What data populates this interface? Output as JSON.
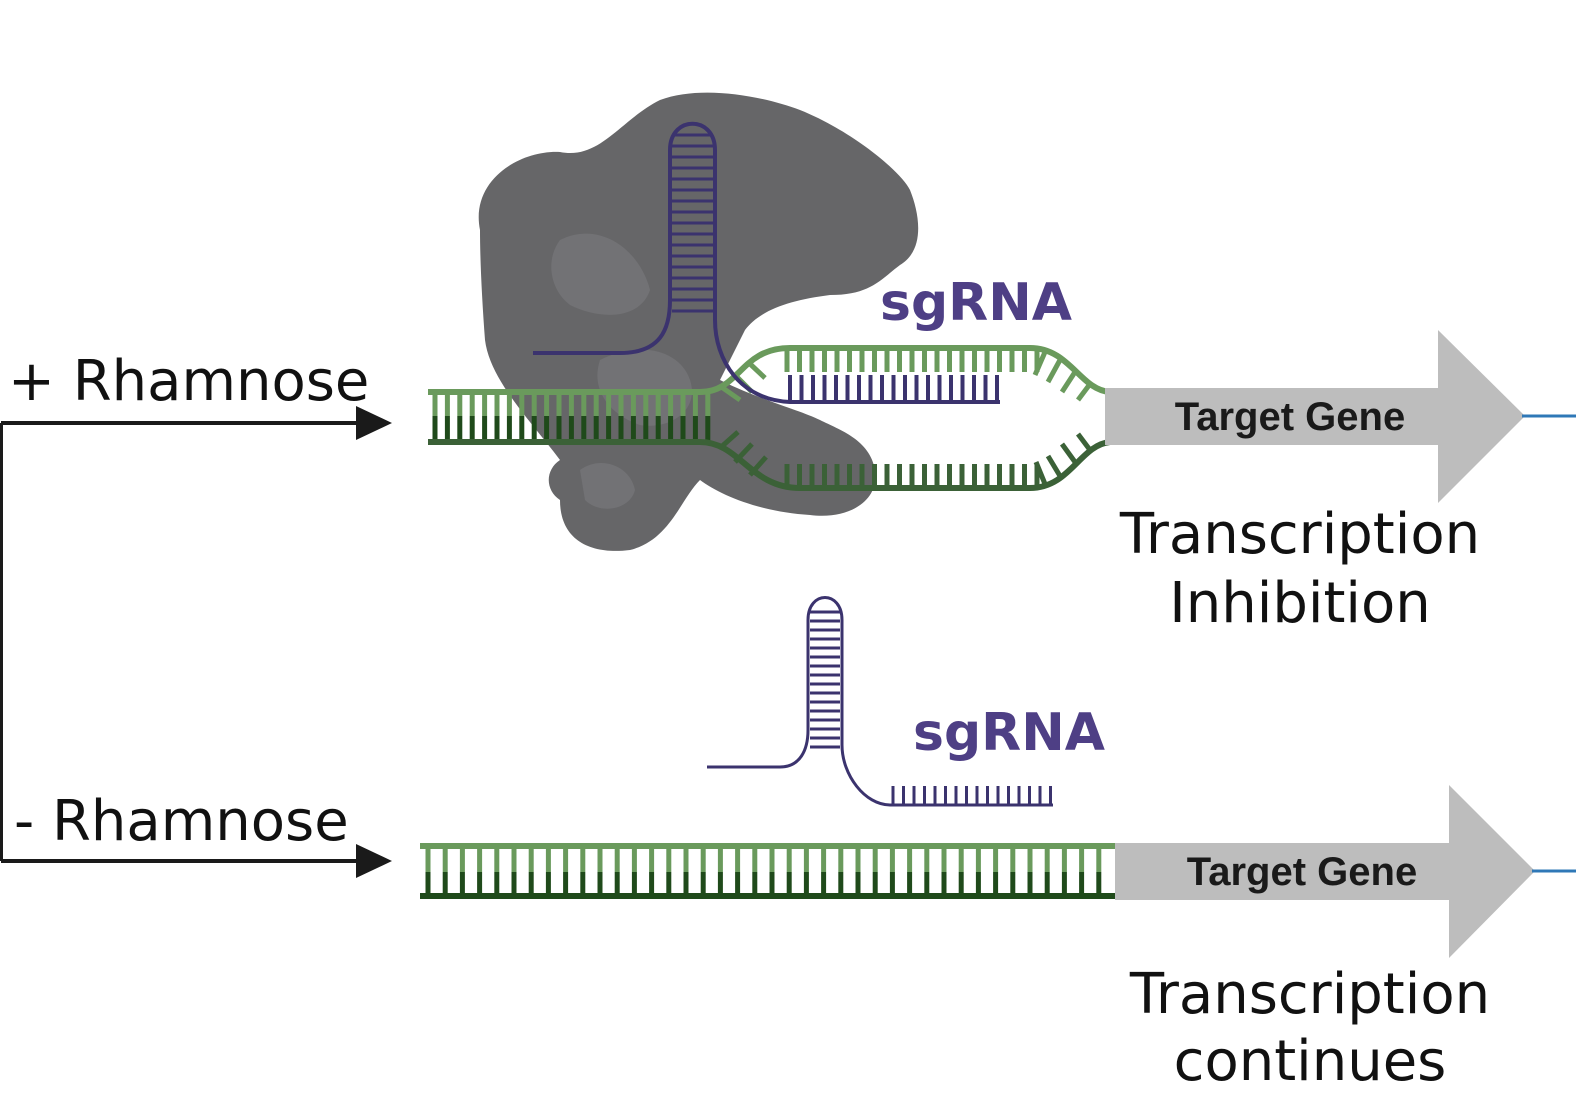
{
  "conditions": {
    "plus": {
      "label": "+ Rhamnose",
      "gene_label": "Target Gene",
      "sgrna_label": "sgRNA",
      "outcome_line1": "Transcription",
      "outcome_line2": "Inhibition"
    },
    "minus": {
      "label": "- Rhamnose",
      "gene_label": "Target Gene",
      "sgrna_label": "sgRNA",
      "outcome_line1": "Transcription",
      "outcome_line2": "continues"
    }
  },
  "colors": {
    "dna_light": "#6a9a5c",
    "dna_dark": "#3b6137",
    "dna_darkest": "#1f4a1a",
    "sgrna": "#3b336e",
    "sgrna_text": "#4e3f85",
    "cas9": "#666668",
    "gene_arrow": "#bdbdbd",
    "downstream_line": "#2f78b7"
  }
}
